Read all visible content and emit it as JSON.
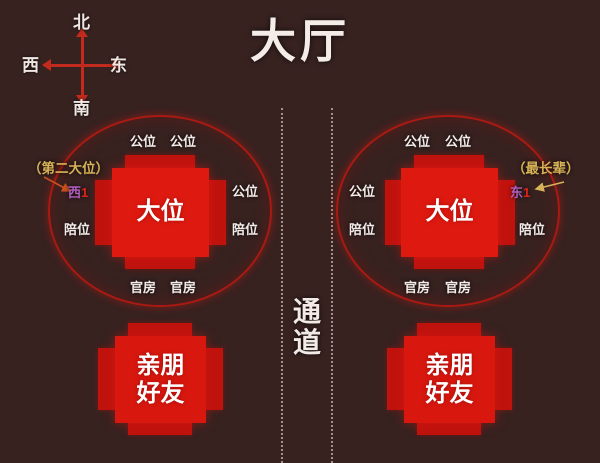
{
  "page": {
    "title": "大厅",
    "background_color": "#372220",
    "accent_red": "#de1a10",
    "seat_red": "#c0130e",
    "ring_red": "#a81a12",
    "callout_gold": "#d8b257",
    "code_purple": "#b05fc0"
  },
  "compass": {
    "north": "北",
    "south": "南",
    "west": "西",
    "east": "东"
  },
  "corridor": {
    "label_chars": [
      "通",
      "道"
    ]
  },
  "tables": [
    {
      "id": "head-table-west",
      "center_label": "大位",
      "seats": {
        "top_left": "公位",
        "top_right": "公位",
        "left_upper": "",
        "left_lower": "陪位",
        "right_upper": "公位",
        "right_lower": "陪位",
        "bottom_left": "官房",
        "bottom_right": "官房"
      },
      "callout": "（第二大位）",
      "seat_code_prefix": "西",
      "seat_code_number": "1"
    },
    {
      "id": "head-table-east",
      "center_label": "大位",
      "seats": {
        "top_left": "公位",
        "top_right": "公位",
        "left_upper": "公位",
        "left_lower": "陪位",
        "right_upper": "",
        "right_lower": "陪位",
        "bottom_left": "官房",
        "bottom_right": "官房"
      },
      "callout": "（最长辈）",
      "seat_code_prefix": "东",
      "seat_code_number": "1"
    }
  ],
  "guest_tables": [
    {
      "id": "guest-table-west",
      "line1": "亲朋",
      "line2": "好友"
    },
    {
      "id": "guest-table-east",
      "line1": "亲朋",
      "line2": "好友"
    }
  ]
}
